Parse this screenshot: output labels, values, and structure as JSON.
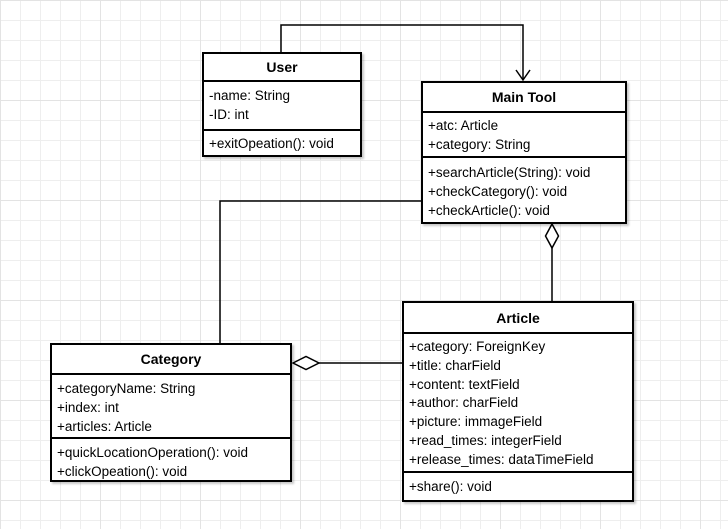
{
  "diagram": {
    "classes": {
      "user": {
        "name": "User",
        "attributes": [
          "-name: String",
          "-ID: int"
        ],
        "methods": [
          "+exitOpeation(): void"
        ]
      },
      "mainTool": {
        "name": "Main Tool",
        "attributes": [
          "+atc: Article",
          "+category: String"
        ],
        "methods": [
          "+searchArticle(String): void",
          "+checkCategory(): void",
          "+checkArticle(): void"
        ]
      },
      "article": {
        "name": "Article",
        "attributes": [
          "+category: ForeignKey",
          "+title: charField",
          "+content: textField",
          "+author: charField",
          "+picture: immageField",
          "+read_times: integerField",
          "+release_times: dataTimeField"
        ],
        "methods": [
          "+share(): void"
        ]
      },
      "category": {
        "name": "Category",
        "attributes": [
          "+categoryName: String",
          "+index: int",
          "+articles: Article"
        ],
        "methods": [
          "+quickLocationOperation(): void",
          "+clickOpeation(): void"
        ]
      }
    },
    "edges": [
      {
        "from": "User",
        "to": "Main Tool",
        "type": "directed association",
        "marker": "open arrow at Main Tool"
      },
      {
        "from": "Main Tool",
        "to": "Article",
        "type": "aggregation",
        "marker": "hollow diamond at Main Tool"
      },
      {
        "from": "Category",
        "to": "Article",
        "type": "aggregation",
        "marker": "hollow diamond at Category"
      },
      {
        "from": "Category",
        "to": "Main Tool",
        "type": "association",
        "marker": "none"
      }
    ],
    "colors": {
      "stroke": "#000000",
      "node_fill": "#ffffff",
      "background": "#ffffff",
      "grid_minor": "#eeeeee",
      "grid_major": "#e3e3e3"
    }
  }
}
